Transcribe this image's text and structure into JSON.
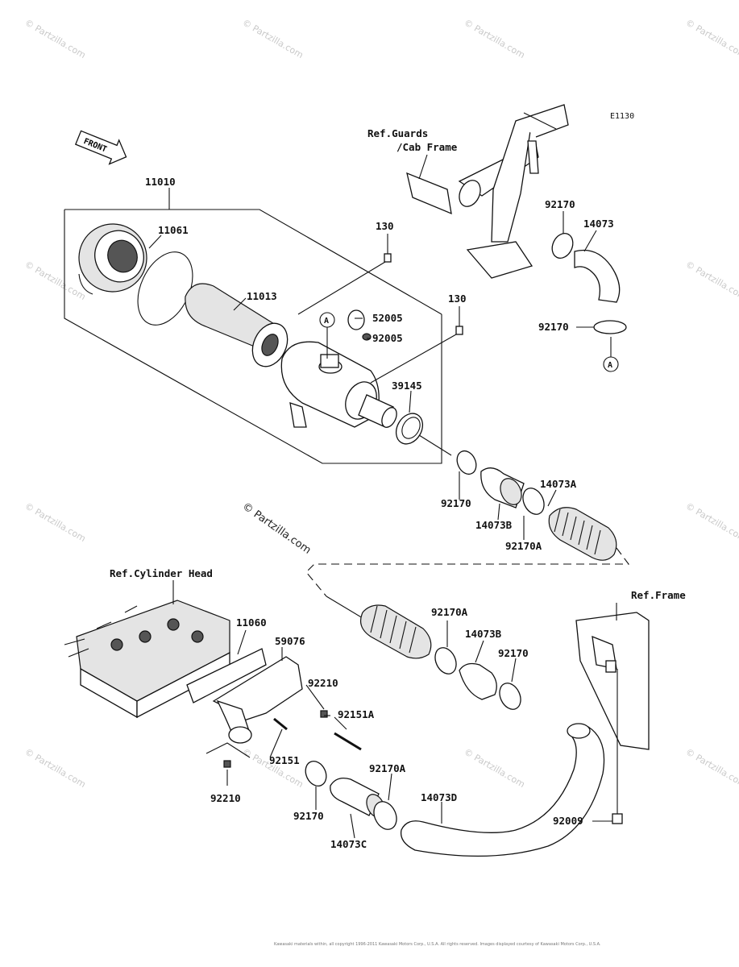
{
  "diagram_code": "E1130",
  "front_label": "FRONT",
  "refs": {
    "guards": [
      "Ref.Guards",
      "/Cab Frame"
    ],
    "cylinder_head": "Ref.Cylinder Head",
    "frame": "Ref.Frame"
  },
  "callout_a": "A",
  "parts": {
    "p11010": "11010",
    "p11061": "11061",
    "p11013": "11013",
    "p130_a": "130",
    "p130_b": "130",
    "p52005": "52005",
    "p92005": "92005",
    "p39145": "39145",
    "p92170_top": "92170",
    "p14073": "14073",
    "p92170_mid": "92170",
    "p92170_left": "92170",
    "p14073B_top": "14073B",
    "p14073A": "14073A",
    "p92170A_top": "92170A",
    "p11060": "11060",
    "p59076": "59076",
    "p92210_a": "92210",
    "p92151A": "92151A",
    "p92151": "92151",
    "p92210_b": "92210",
    "p92170_low": "92170",
    "p14073C": "14073C",
    "p92170A_low": "92170A",
    "p14073D": "14073D",
    "p92170A_mid": "92170A",
    "p14073B_low": "14073B",
    "p92170_right": "92170",
    "p92009": "92009"
  },
  "watermarks": {
    "center": "© Partzilla.com",
    "corner": "© Partzilla.com"
  },
  "footer": "Kawasaki materials within, all copyright 1996-2011 Kawasaki Motors Corp., U.S.A. All rights reserved. Images displayed courtesy of Kawasaki Motors Corp., U.S.A."
}
